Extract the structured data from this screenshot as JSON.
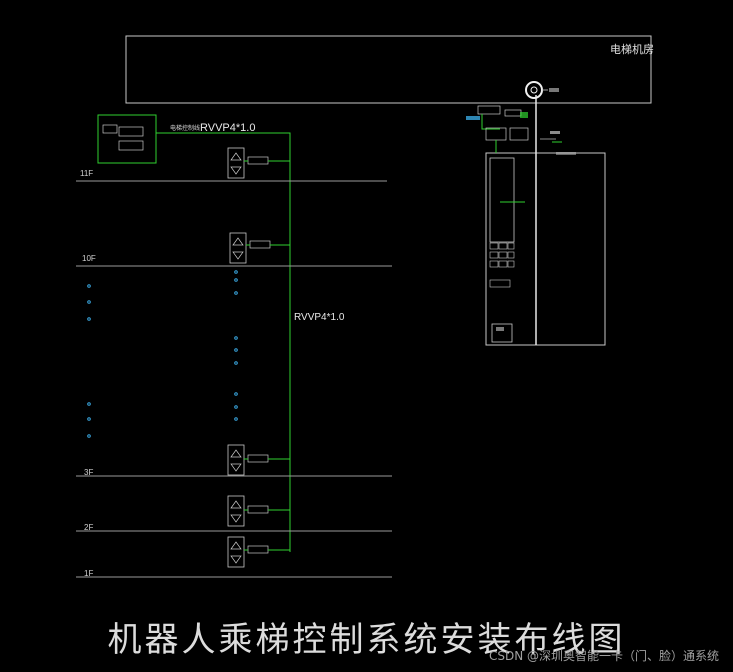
{
  "machine_room_label": "电梯机房",
  "cable_label_top": "RVVP4*1.0",
  "cable_label_mid": "RVVP4*1.0",
  "cable_prefix": "电梯控制线",
  "floors": [
    {
      "label": "11F",
      "has_panel": true
    },
    {
      "label": "10F",
      "has_panel": true
    },
    {
      "label": "3F",
      "has_panel": true
    },
    {
      "label": "2F",
      "has_panel": true
    },
    {
      "label": "1F",
      "has_panel": true
    }
  ],
  "title": "机器人乘梯控制系统安装布线图",
  "watermark": "CSDN @深圳奥智能一卡（门、脸）通系统",
  "colors": {
    "wire": "#2fd12f",
    "line": "#c8c8c8",
    "floor_line": "#9a9a9a",
    "dots": "#3aa7e0",
    "bg": "#000000"
  }
}
